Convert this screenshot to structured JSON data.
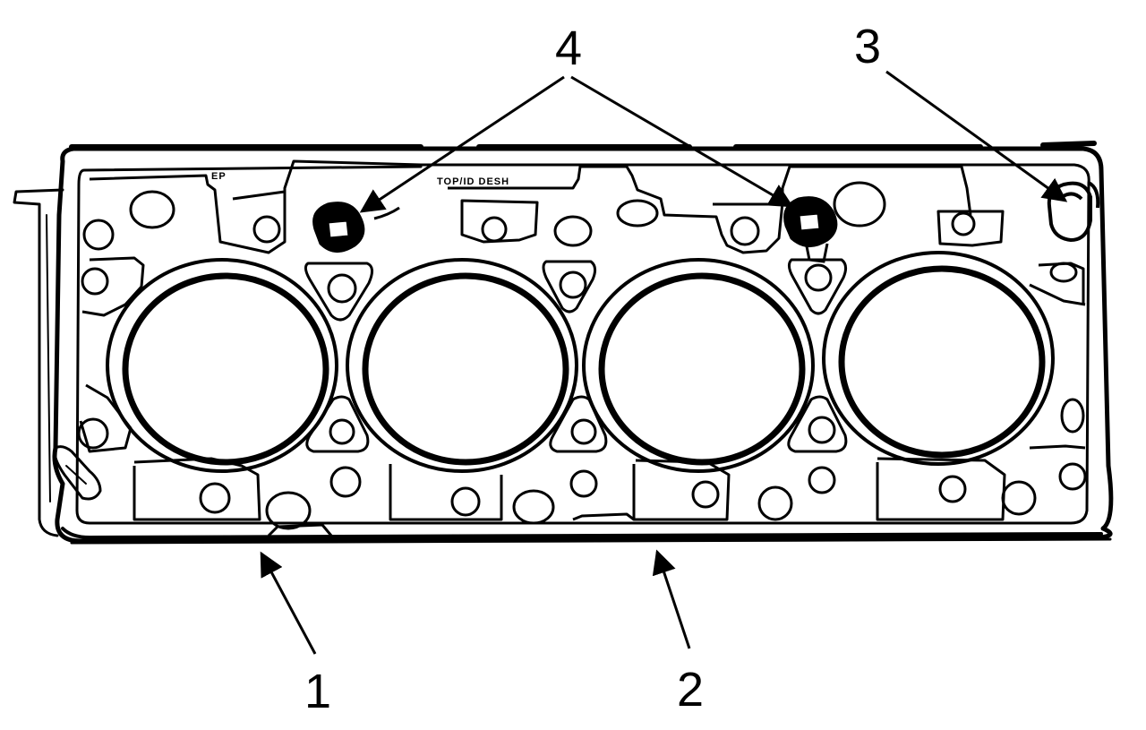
{
  "callouts": {
    "c1": "1",
    "c2": "2",
    "c3": "3",
    "c4": "4"
  },
  "stamps": {
    "left": "EP",
    "middle": "TOP/ID DESH"
  },
  "colors": {
    "ink": "#000000",
    "paper": "#ffffff"
  }
}
